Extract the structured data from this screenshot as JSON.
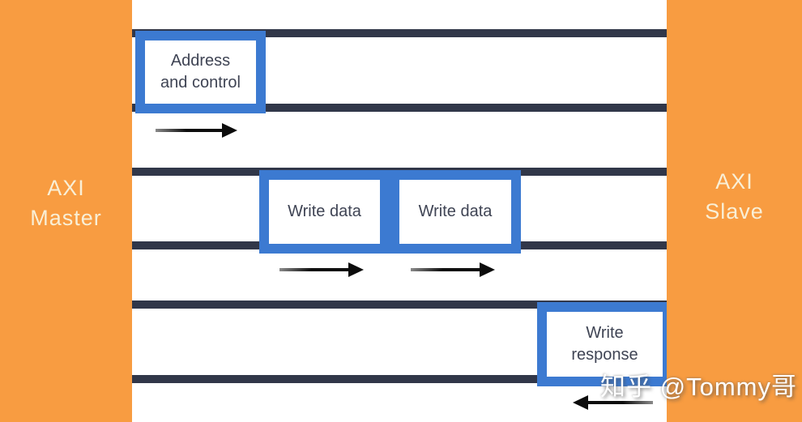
{
  "colors": {
    "orange": "#f89c41",
    "line": "#313749",
    "blue": "#3c7ad1",
    "boxtext": "#3f4454",
    "cream": "#f9efd6",
    "arrow": "#0c0c0c",
    "wm": "#ffffff"
  },
  "left_panel": {
    "label_line1": "AXI",
    "label_line2": "Master"
  },
  "right_panel": {
    "label_line1": "AXI",
    "label_line2": "Slave"
  },
  "boxes": [
    {
      "id": "address-and-control",
      "lines": [
        "Address",
        "and control"
      ]
    },
    {
      "id": "write-data-1",
      "lines": [
        "Write data"
      ]
    },
    {
      "id": "write-data-2",
      "lines": [
        "Write data"
      ]
    },
    {
      "id": "write-response",
      "lines": [
        "Write",
        "response"
      ]
    }
  ],
  "arrows": [
    {
      "icon": "right-arrow-icon",
      "direction": "right"
    },
    {
      "icon": "right-arrow-icon",
      "direction": "right"
    },
    {
      "icon": "right-arrow-icon",
      "direction": "right"
    },
    {
      "icon": "left-arrow-icon",
      "direction": "left"
    }
  ],
  "watermark": {
    "text": "知乎 @Tommy哥"
  }
}
